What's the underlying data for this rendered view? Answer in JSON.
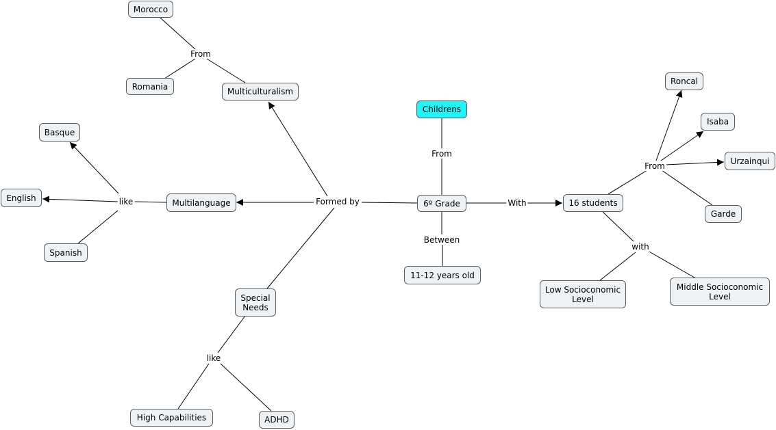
{
  "nodes": {
    "morocco": "Morocco",
    "romania": "Romania",
    "multiculturalism": "Multiculturalism",
    "basque": "Basque",
    "english": "English",
    "spanish": "Spanish",
    "multilanguage": "Multilanguage",
    "special_needs": "Special Needs",
    "high_capabilities": "High Capabilities",
    "adhd": "ADHD",
    "childrens": "Childrens",
    "grade": "6º Grade",
    "age": "11-12 years old",
    "students": "16 students",
    "roncal": "Roncal",
    "isaba": "Isaba",
    "urzainqui": "Urzainqui",
    "garde": "Garde",
    "low_socio": "Low Socioconomic Level",
    "middle_socio": "Middle Socioconomic Level"
  },
  "links": {
    "from_origin": "From",
    "like_languages": "like",
    "formed_by": "Formed by",
    "like_needs": "like",
    "from_childrens": "From",
    "with_students": "With",
    "between": "Between",
    "from_towns": "From",
    "with_levels": "with"
  },
  "colors": {
    "node_fill": "#eef2f4",
    "highlight_fill": "#22f3f6",
    "line": "#000000"
  }
}
